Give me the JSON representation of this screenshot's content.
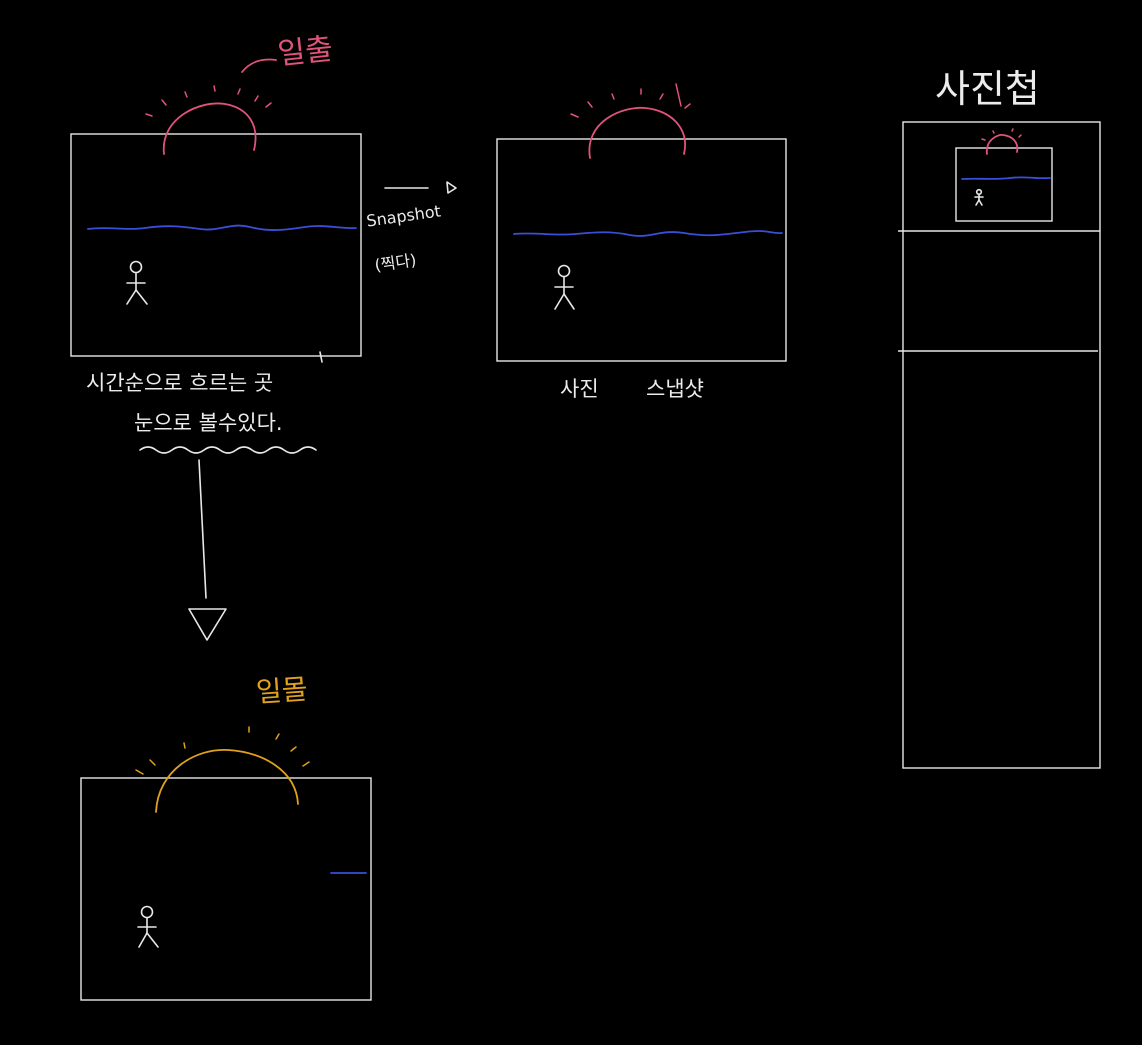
{
  "colors": {
    "background": "#000000",
    "ink": "#e8e8e8",
    "sunrise": "#e0537a",
    "sunset": "#e0a21c",
    "sea": "#3a4fd6"
  },
  "scene1": {
    "sun_label": "일출",
    "snapshot_label": "Snapshot",
    "snapshot_sub": "(찍다)",
    "caption_line1": "시간순으로   흐르는  곳",
    "caption_line2": "눈으로  볼수있다."
  },
  "scene2": {
    "caption_left": "사진",
    "caption_right": "스냅샷"
  },
  "scene3": {
    "sun_label": "일몰"
  },
  "album": {
    "title": "사진첩"
  }
}
